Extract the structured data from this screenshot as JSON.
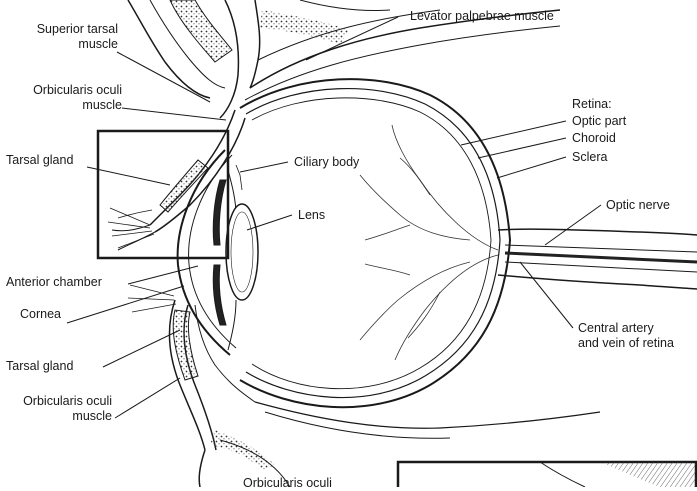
{
  "labels": {
    "superior_tarsal_1": "Superior tarsal",
    "superior_tarsal_2": "muscle",
    "orbicularis_upper_1": "Orbicularis oculi",
    "orbicularis_upper_2": "muscle",
    "tarsal_gland_upper": "Tarsal gland",
    "anterior_chamber": "Anterior chamber",
    "cornea": "Cornea",
    "tarsal_gland_lower": "Tarsal gland",
    "orbicularis_lower_1": "Orbicularis oculi",
    "orbicularis_lower_2": "muscle",
    "orbicularis_bottom": "Orbicularis oculi",
    "levator": "Levator palpebrae muscle",
    "ciliary_body": "Ciliary body",
    "lens": "Lens",
    "retina": "Retina:",
    "optic_part": "Optic part",
    "choroid": "Choroid",
    "sclera": "Sclera",
    "optic_nerve": "Optic nerve",
    "central_artery_1": "Central artery",
    "central_artery_2": "and vein of retina"
  }
}
